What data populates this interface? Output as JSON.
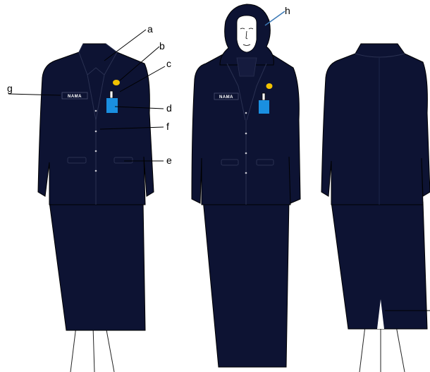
{
  "name_tag_text": "NAMA",
  "callouts": {
    "a": "a",
    "b": "b",
    "c": "c",
    "d": "d",
    "e": "e",
    "f": "f",
    "g": "g",
    "h": "h"
  },
  "colors": {
    "uniform": "#0d1333",
    "outline": "#000000",
    "badge": "#f2c200",
    "id_card": "#1a8fe0",
    "hijab_leader": "#3a78b5",
    "background": "#ffffff"
  }
}
